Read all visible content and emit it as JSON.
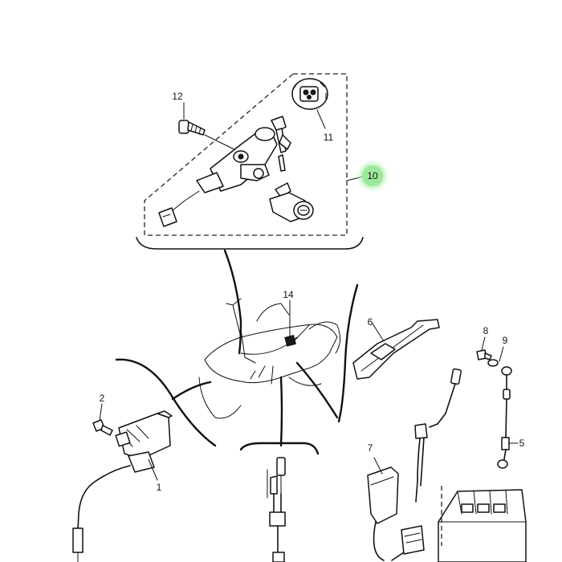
{
  "callouts": {
    "c1": "1",
    "c2": "2",
    "c5": "5",
    "c6": "6",
    "c7": "7",
    "c8": "8",
    "c9": "9",
    "c10": "10",
    "c11": "11",
    "c12": "12",
    "c14": "14"
  },
  "colors": {
    "line": "#111111",
    "highlight": "#9be89b"
  },
  "highlighted_callout": "10"
}
